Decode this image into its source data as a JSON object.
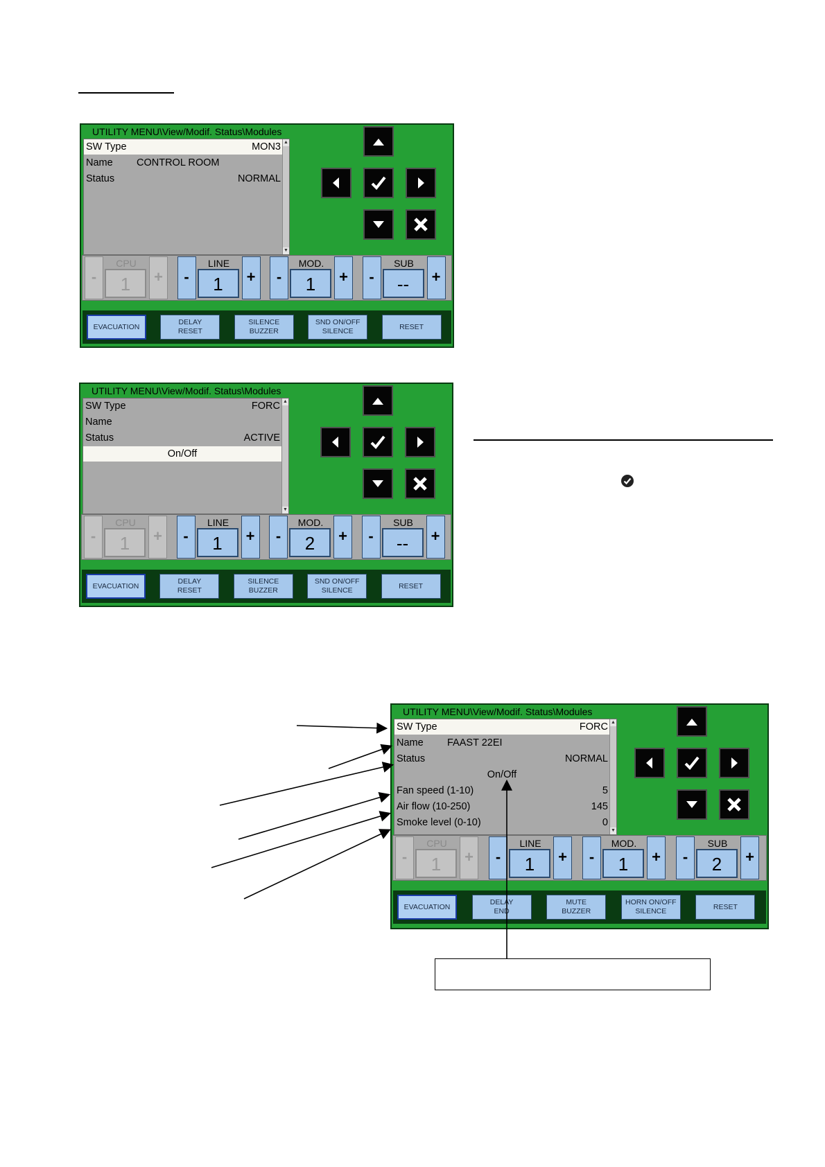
{
  "panels": [
    {
      "title": "UTILITY MENU\\View/Modif. Status\\Modules",
      "rows": [
        {
          "label": "SW Type",
          "value": "MON3",
          "highlight": true
        },
        {
          "label": "Name",
          "middle": "CONTROL ROOM"
        },
        {
          "label": "Status",
          "value": "NORMAL"
        }
      ],
      "selectors": [
        {
          "caption": "CPU",
          "value": "1",
          "disabled": true
        },
        {
          "caption": "LINE",
          "value": "1"
        },
        {
          "caption": "MOD.",
          "value": "1"
        },
        {
          "caption": "SUB",
          "value": "--"
        }
      ],
      "functions": [
        "EVACUATION",
        "DELAY\nRESET",
        "SILENCE\nBUZZER",
        "SND ON/OFF\nSILENCE",
        "RESET"
      ]
    },
    {
      "title": "UTILITY MENU\\View/Modif. Status\\Modules",
      "rows": [
        {
          "label": "SW Type",
          "value": "FORC"
        },
        {
          "label": "Name"
        },
        {
          "label": "Status",
          "value": "ACTIVE"
        },
        {
          "center": "On/Off",
          "highlight": true
        }
      ],
      "selectors": [
        {
          "caption": "CPU",
          "value": "1",
          "disabled": true
        },
        {
          "caption": "LINE",
          "value": "1"
        },
        {
          "caption": "MOD.",
          "value": "2"
        },
        {
          "caption": "SUB",
          "value": "--"
        }
      ],
      "functions": [
        "EVACUATION",
        "DELAY\nRESET",
        "SILENCE\nBUZZER",
        "SND ON/OFF\nSILENCE",
        "RESET"
      ]
    },
    {
      "title": "UTILITY MENU\\View/Modif. Status\\Modules",
      "rows": [
        {
          "label": "SW Type",
          "value": "FORC",
          "highlight": true
        },
        {
          "label": "Name",
          "middle": "FAAST 22EI"
        },
        {
          "label": "Status",
          "value": "NORMAL"
        },
        {
          "center": "On/Off"
        },
        {
          "label": "Fan speed (1-10)",
          "value": "5"
        },
        {
          "label": "Air flow (10-250)",
          "value": "145"
        },
        {
          "label": "Smoke level (0-10)",
          "value": "0"
        }
      ],
      "selectors": [
        {
          "caption": "CPU",
          "value": "1",
          "disabled": true
        },
        {
          "caption": "LINE",
          "value": "1"
        },
        {
          "caption": "MOD.",
          "value": "1"
        },
        {
          "caption": "SUB",
          "value": "2"
        }
      ],
      "functions": [
        "EVACUATION",
        "DELAY\nEND",
        "MUTE\nBUZZER",
        "HORN ON/OFF\nSILENCE",
        "RESET"
      ]
    }
  ],
  "symbols": {
    "minus": "-",
    "plus": "+"
  },
  "colors": {
    "panel_green": "#25a035",
    "screen_grey": "#a9a9a9",
    "button_blue": "#a6c8ec",
    "highlight_row": "#f7f6f0"
  },
  "icons": [
    "arrow-up-icon",
    "arrow-left-icon",
    "check-icon",
    "arrow-right-icon",
    "arrow-down-icon",
    "close-icon",
    "check-circle-icon"
  ]
}
